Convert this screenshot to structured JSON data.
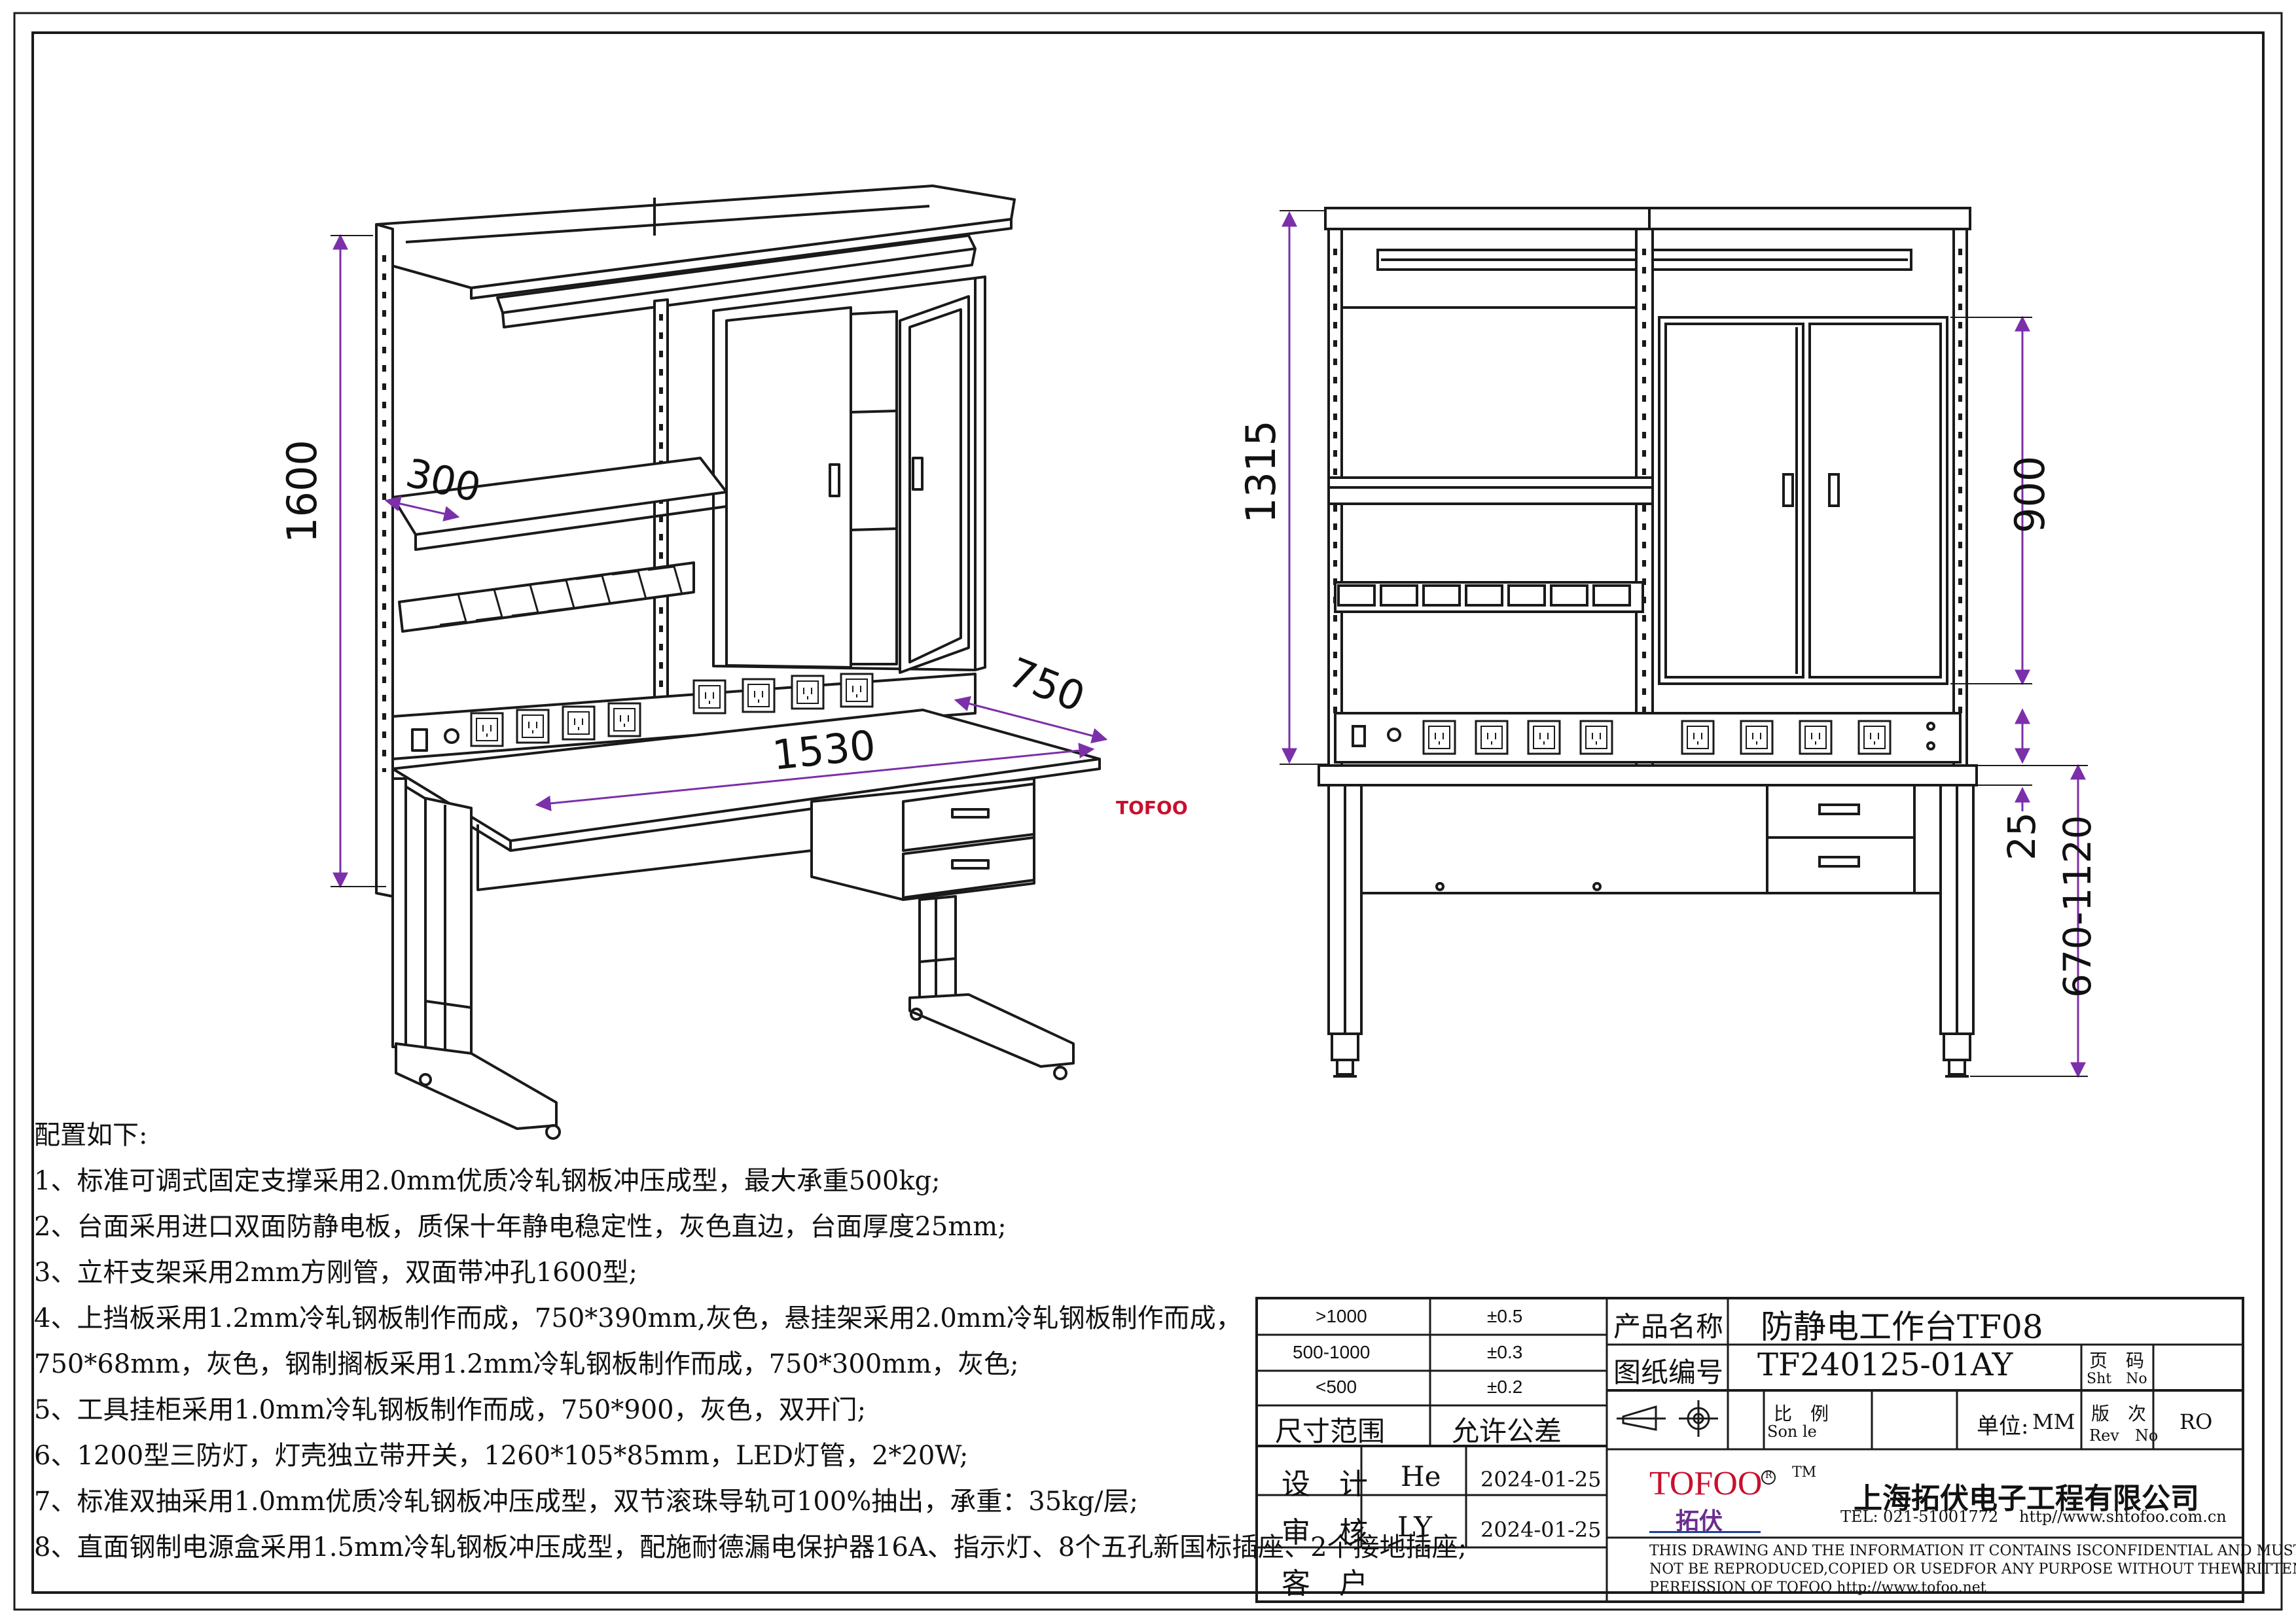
{
  "drawing": {
    "views": {
      "perspective": {
        "height": "1600",
        "shelf_depth": "300",
        "depth": "750",
        "width": "1530",
        "watermark": "TOFOO"
      },
      "front": {
        "upper_height": "1315",
        "cabinet_height": "900",
        "top_thickness": "25",
        "table_height_range": "670-1120"
      }
    },
    "notes": {
      "heading": "配置如下:",
      "items": [
        "1、标准可调式固定支撑采用2.0mm优质冷轧钢板冲压成型，最大承重500kg;",
        "2、台面采用进口双面防静电板，质保十年静电稳定性，灰色直边，台面厚度25mm;",
        "3、立杆支架采用2mm方刚管，双面带冲孔1600型;",
        "4、上挡板采用1.2mm冷轧钢板制作而成，750*390mm,灰色，悬挂架采用2.0mm冷轧钢板制作而成，",
        "750*68mm，灰色，钢制搁板采用1.2mm冷轧钢板制作而成，750*300mm，灰色;",
        "5、工具挂柜采用1.0mm冷轧钢板制作而成，750*900，灰色，双开门;",
        "6、1200型三防灯，灯壳独立带开关，1260*105*85mm，LED灯管，2*20W;",
        "7、标准双抽采用1.0mm优质冷轧钢板冲压成型，双节滚珠导轨可100%抽出，承重：35kg/层;",
        "8、直面钢制电源盒采用1.5mm冷轧钢板冲压成型，配施耐德漏电保护器16A、指示灯、8个五孔新国标插座、2个接地插座;"
      ]
    },
    "title_block": {
      "tolerance": {
        "rows": [
          {
            "range": ">1000",
            "value": "±0.5"
          },
          {
            "range": "500-1000",
            "value": "±0.3"
          },
          {
            "range": "<500",
            "value": "±0.2"
          }
        ],
        "range_header": "尺寸范围",
        "value_header": "允许公差"
      },
      "product_name_label": "产品名称",
      "product_name": "防静电工作台TF08",
      "drawing_no_label": "图纸编号",
      "drawing_no": "TF240125-01AY",
      "page_label": "页　码",
      "page_label_en": "Sht　No",
      "scale_label": "比　例",
      "scale_label_en": "Son le",
      "unit_label": "单位:",
      "unit_value": "MM",
      "rev_label": "版　次",
      "rev_label_en": "Rev　No",
      "rev_value": "RO",
      "design_label": "设　计",
      "design_name": "He",
      "design_date": "2024-01-25",
      "review_label": "审　核",
      "review_name": "LY",
      "review_date": "2024-01-25",
      "customer_label": "客　户",
      "logo_text": "TOFOO",
      "logo_reg": "R",
      "logo_tm": "TM",
      "logo_cn": "拓伏",
      "company_name": "上海拓伏电子工程有限公司",
      "company_tel": "TEL: 021-51001772",
      "company_web": "http//www.shtofoo.com.cn",
      "disclaimer": [
        "THIS DRAWING AND THE INFORMATION IT CONTAINS ISCONFIDENTIAL AND MUST",
        "NOT BE REPRODUCED,COPIED OR USEDFOR ANY PURPOSE WITHOUT THEWRITTEN",
        "PEREISSION OF TOFOO  http://www.tofoo.net"
      ]
    },
    "colors": {
      "line": "#1a1a1a",
      "dimension": "#7b2fa8",
      "logo_red": "#c8102e",
      "logo_blue": "#1f3f9a",
      "logo_purple": "#6b2d91"
    }
  }
}
